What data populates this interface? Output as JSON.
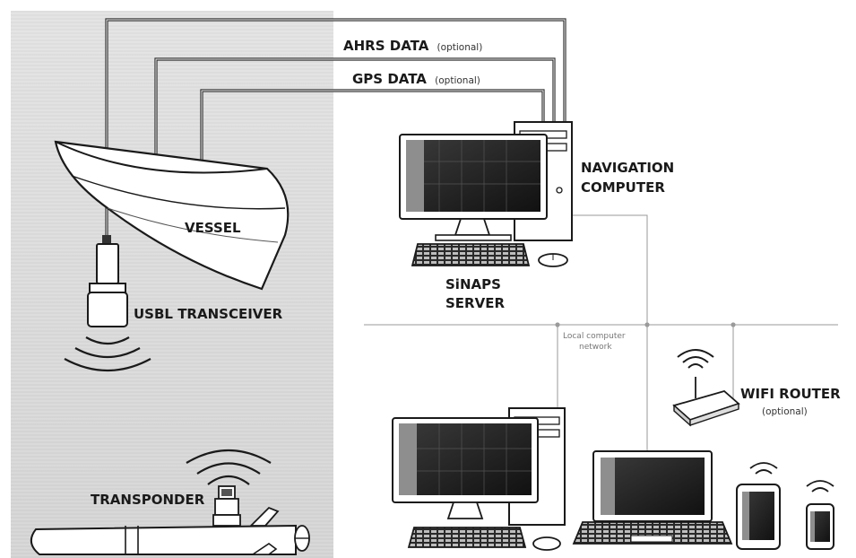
{
  "labels": {
    "ahrs": "AHRS DATA",
    "ahrs_opt": "(optional)",
    "gps": "GPS DATA",
    "gps_opt": "(optional)",
    "nav_line1": "NAVIGATION",
    "nav_line2": "COMPUTER",
    "vessel": "VESSEL",
    "usbl": "USBL TRANSCEIVER",
    "sinaps_line1": "SiNAPS",
    "sinaps_line2": "SERVER",
    "network_line1": "Local computer",
    "network_line2": "network",
    "wifi": "WIFI ROUTER",
    "wifi_opt": "(optional)",
    "transponder": "TRANSPONDER"
  },
  "colors": {
    "sea_background": "#dcdcdc",
    "ink": "#1a1a1a",
    "network_line": "#9a9a9a"
  }
}
